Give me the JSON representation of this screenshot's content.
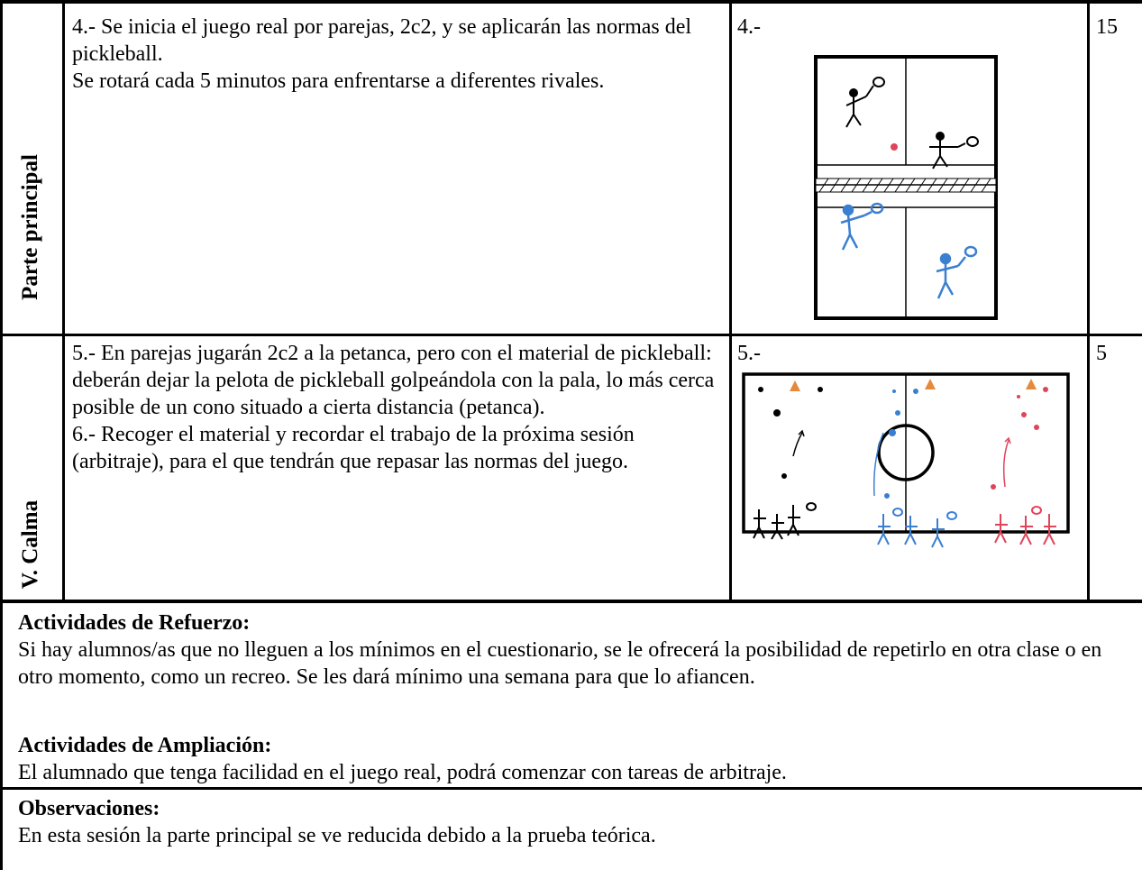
{
  "rows": [
    {
      "phase": "Parte principal",
      "description": [
        "4.- Se inicia el juego real por parejas, 2c2, y se aplicarán las normas del pickleball.",
        "Se rotará cada 5 minutos para enfrentarse a diferentes rivales."
      ],
      "graphic_label": "4.-",
      "minutes": "15"
    },
    {
      "phase": "V. Calma",
      "description": [
        "5.- En parejas jugarán 2c2 a la petanca, pero con el material de pickleball: deberán dejar la pelota de pickleball golpeándola con la pala, lo más cerca posible de un cono situado a cierta distancia (petanca).",
        "6.- Recoger el material y recordar el trabajo de la próxima sesión (arbitraje), para el que tendrán que repasar las normas del juego."
      ],
      "graphic_label": "5.-",
      "minutes": "5"
    }
  ],
  "refuerzo": {
    "title": "Actividades de Refuerzo:",
    "body": "Si hay alumnos/as que no lleguen a los mínimos en el cuestionario, se le ofrecerá la posibilidad de repetirlo en otra clase o en otro momento, como un recreo. Se les dará mínimo una semana para que lo afiancen."
  },
  "ampliacion": {
    "title": "Actividades de Ampliación:",
    "body": "El alumnado que tenga facilidad en el juego real, podrá comenzar con tareas de arbitraje."
  },
  "observaciones": {
    "title": "Observaciones:",
    "body": "En esta sesión la parte principal se ve reducida debido a la prueba teórica."
  },
  "colors": {
    "blue": "#3b7fd1",
    "red": "#e0445a",
    "orange": "#e58a3a",
    "black": "#000000"
  }
}
